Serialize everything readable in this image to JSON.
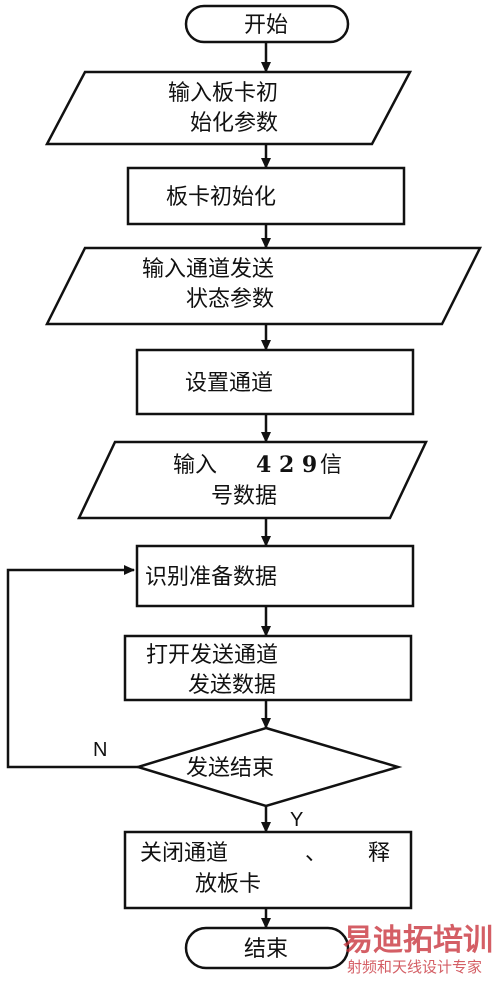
{
  "flowchart": {
    "start": "开始",
    "input_board_init_params": [
      "输入板卡初",
      "始化参数"
    ],
    "board_init": "板卡初始化",
    "input_channel_params": [
      "输入通道发送",
      "状态参数"
    ],
    "setup_channel": "设置通道",
    "input_429_data": {
      "line1_prefix": "输入",
      "line1_num": "4 2 9",
      "line1_suffix": "信",
      "line2": "号数据"
    },
    "identify_data": "识别准备数据",
    "open_and_send": [
      "打开发送通道",
      "发送数据"
    ],
    "send_done": "发送结束",
    "close_release": {
      "line1_left": "关闭通道",
      "line1_mid": "、",
      "line1_right": "释",
      "line2": "放板卡"
    },
    "end": "结束",
    "no_label": "N",
    "yes_label": "Y"
  },
  "watermark": {
    "main": "易迪拓培训",
    "sub": "射频和天线设计专家"
  },
  "colors": {
    "stroke": "#111111",
    "background": "#ffffff",
    "watermark": "#c8323a"
  }
}
